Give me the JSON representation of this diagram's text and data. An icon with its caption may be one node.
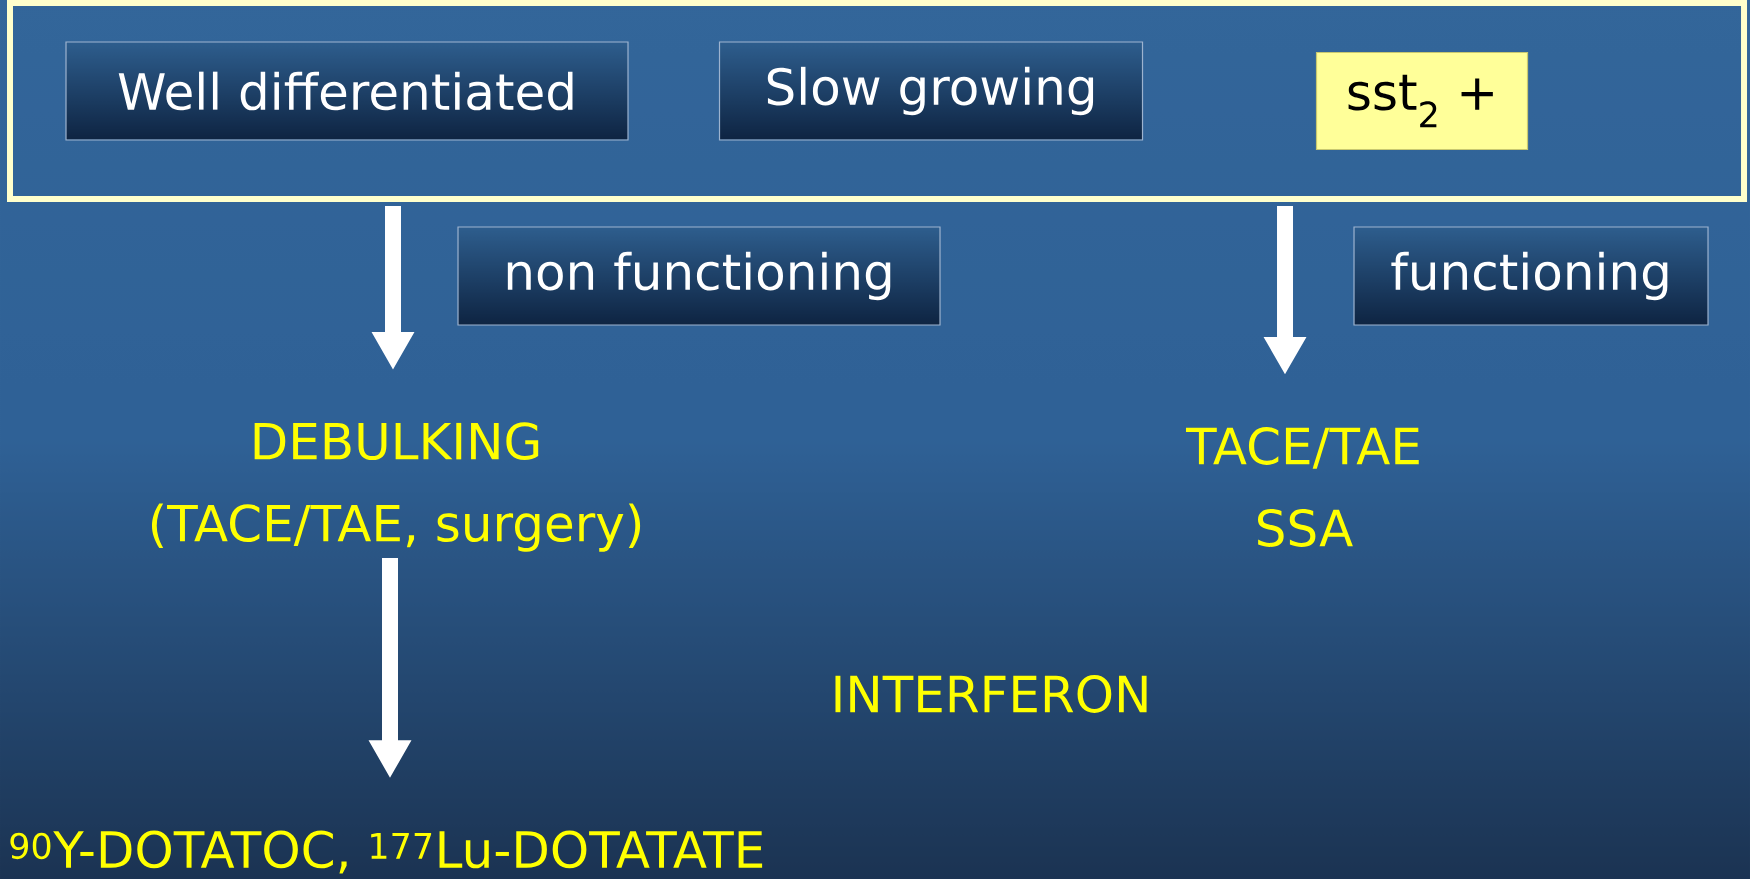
{
  "diagram": {
    "nodes": [
      {
        "text": [],
        "shape": "box"
      },
      {
        "text": [
          "Well differentiated"
        ],
        "in": 0
      },
      {
        "text": [
          "Slow growing"
        ],
        "in": 0
      },
      {
        "text": [
          "sst$_{2}$ +"
        ],
        "in": 0
      },
      {
        "text": [
          "non functioning"
        ]
      },
      {
        "text": [
          "functioning"
        ]
      },
      {
        "text": [
          "DEBULKING",
          "(TACE/TAE, surgery)"
        ]
      },
      {
        "text": [
          "TACE/TAE",
          "SSA"
        ]
      },
      {
        "text": [
          "$^{90}$Y-DOTATOC, $^{177}$Lu-DOTATATE"
        ]
      }
    ],
    "edges": [
      {
        "from": 0,
        "to": 6,
        "arrow": "to"
      },
      {
        "from": 0,
        "to": 7,
        "arrow": "to"
      },
      {
        "from": 6,
        "to": 8,
        "arrow": "to"
      }
    ],
    "labels": [
      "INTERFERON"
    ]
  }
}
